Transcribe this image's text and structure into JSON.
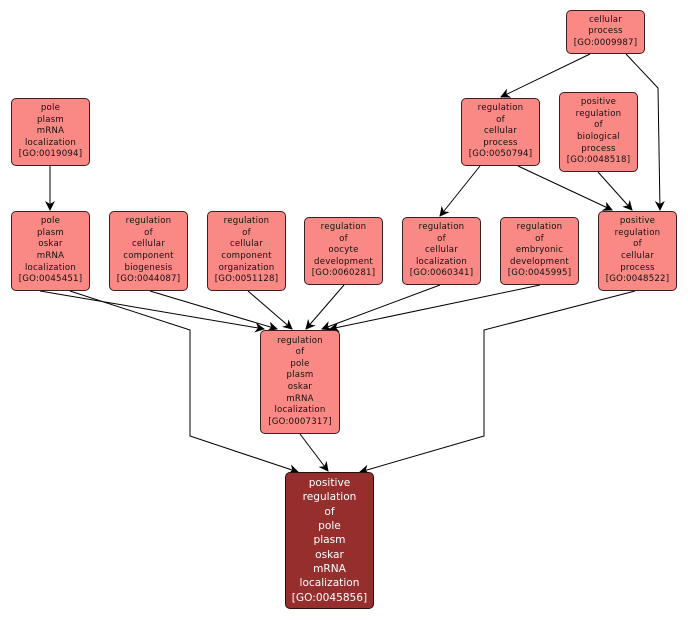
{
  "diagram": {
    "type": "GO term ancestor graph",
    "colors": {
      "node_fill": "#fa8985",
      "focus_fill": "#962e2e",
      "edge": "#000000"
    },
    "nodes": [
      {
        "id": "GO:0009987",
        "label": "cellular\nprocess\n[GO:0009987]"
      },
      {
        "id": "GO:0019094",
        "label": "pole\nplasm\nmRNA\nlocalization\n[GO:0019094]"
      },
      {
        "id": "GO:0050794",
        "label": "regulation\nof\ncellular\nprocess\n[GO:0050794]"
      },
      {
        "id": "GO:0048518",
        "label": "positive\nregulation\nof\nbiological\nprocess\n[GO:0048518]"
      },
      {
        "id": "GO:0045451",
        "label": "pole\nplasm\noskar\nmRNA\nlocalization\n[GO:0045451]"
      },
      {
        "id": "GO:0044087",
        "label": "regulation\nof\ncellular\ncomponent\nbiogenesis\n[GO:0044087]"
      },
      {
        "id": "GO:0051128",
        "label": "regulation\nof\ncellular\ncomponent\norganization\n[GO:0051128]"
      },
      {
        "id": "GO:0060281",
        "label": "regulation\nof\noocyte\ndevelopment\n[GO:0060281]"
      },
      {
        "id": "GO:0060341",
        "label": "regulation\nof\ncellular\nlocalization\n[GO:0060341]"
      },
      {
        "id": "GO:0045995",
        "label": "regulation\nof\nembryonic\ndevelopment\n[GO:0045995]"
      },
      {
        "id": "GO:0048522",
        "label": "positive\nregulation\nof\ncellular\nprocess\n[GO:0048522]"
      },
      {
        "id": "GO:0007317",
        "label": "regulation\nof\npole\nplasm\noskar\nmRNA\nlocalization\n[GO:0007317]"
      },
      {
        "id": "GO:0045856",
        "label": "positive\nregulation\nof\npole\nplasm\noskar\nmRNA\nlocalization\n[GO:0045856]",
        "focus": true
      }
    ],
    "edges": [
      {
        "from": "GO:0009987",
        "to": "GO:0050794"
      },
      {
        "from": "GO:0009987",
        "to": "GO:0048522"
      },
      {
        "from": "GO:0019094",
        "to": "GO:0045451"
      },
      {
        "from": "GO:0050794",
        "to": "GO:0060341"
      },
      {
        "from": "GO:0050794",
        "to": "GO:0048522"
      },
      {
        "from": "GO:0048518",
        "to": "GO:0048522"
      },
      {
        "from": "GO:0045451",
        "to": "GO:0007317"
      },
      {
        "from": "GO:0044087",
        "to": "GO:0007317"
      },
      {
        "from": "GO:0051128",
        "to": "GO:0007317"
      },
      {
        "from": "GO:0060281",
        "to": "GO:0007317"
      },
      {
        "from": "GO:0060341",
        "to": "GO:0007317"
      },
      {
        "from": "GO:0045995",
        "to": "GO:0007317"
      },
      {
        "from": "GO:0045451",
        "to": "GO:0045856"
      },
      {
        "from": "GO:0007317",
        "to": "GO:0045856"
      },
      {
        "from": "GO:0048522",
        "to": "GO:0045856"
      }
    ]
  }
}
